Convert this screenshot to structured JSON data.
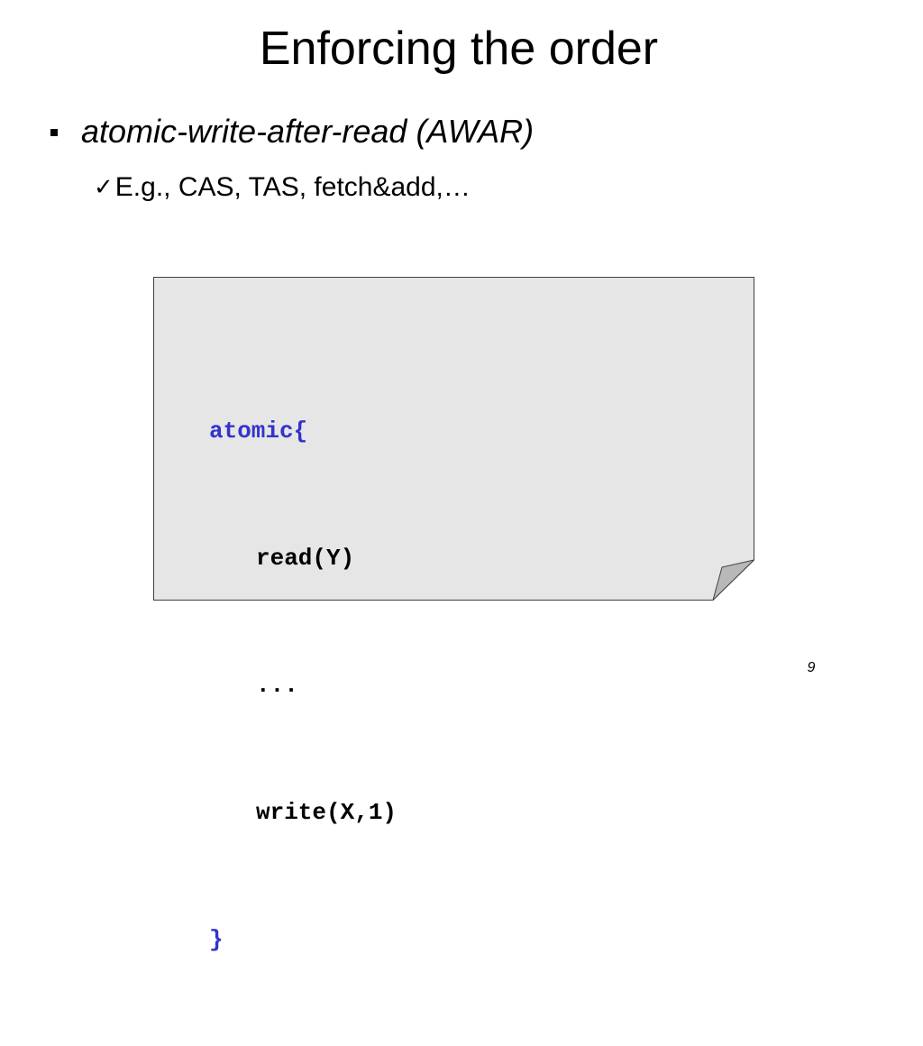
{
  "slide": {
    "title": "Enforcing the order",
    "bullet": "atomic-write-after-read (AWAR)",
    "sub_bullet_icon": "check-mark-icon",
    "sub_bullet": "E.g., CAS, TAS, fetch&add,…",
    "page_number": "9"
  },
  "code_block": {
    "lines": [
      {
        "text": "atomic{",
        "color": "#3333cc"
      },
      {
        "text": "read(Y)",
        "color": "#000000"
      },
      {
        "text": "...",
        "color": "#000000"
      },
      {
        "text": "write(X,1)",
        "color": "#000000"
      },
      {
        "text": "}",
        "color": "#3333cc"
      }
    ]
  },
  "colors": {
    "note_fill": "#e6e6e6",
    "note_fold": "#b8b8b8",
    "note_border": "#404040",
    "keyword": "#3333cc"
  }
}
